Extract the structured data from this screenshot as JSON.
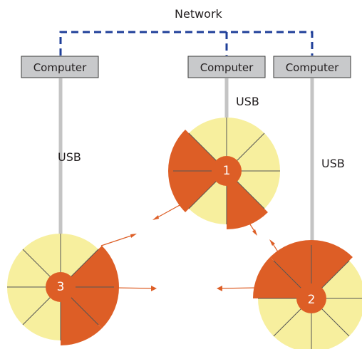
{
  "network_label": "Network",
  "computers": [
    {
      "label": "Computer"
    },
    {
      "label": "Computer"
    },
    {
      "label": "Computer"
    }
  ],
  "usb_labels": [
    "USB",
    "USB",
    "USB"
  ],
  "nodes": [
    {
      "label": "1"
    },
    {
      "label": "2"
    },
    {
      "label": "3"
    }
  ],
  "colors": {
    "network_line": "#1f3f99",
    "computer_box": "#c8c9cb",
    "computer_border": "#3a3a3a",
    "cable": "#c4c4c4",
    "wedge_fill": "#f7ef9e",
    "active_fill": "#dd5e26",
    "arrow": "#dd5e26",
    "sector_line": "#555555"
  }
}
